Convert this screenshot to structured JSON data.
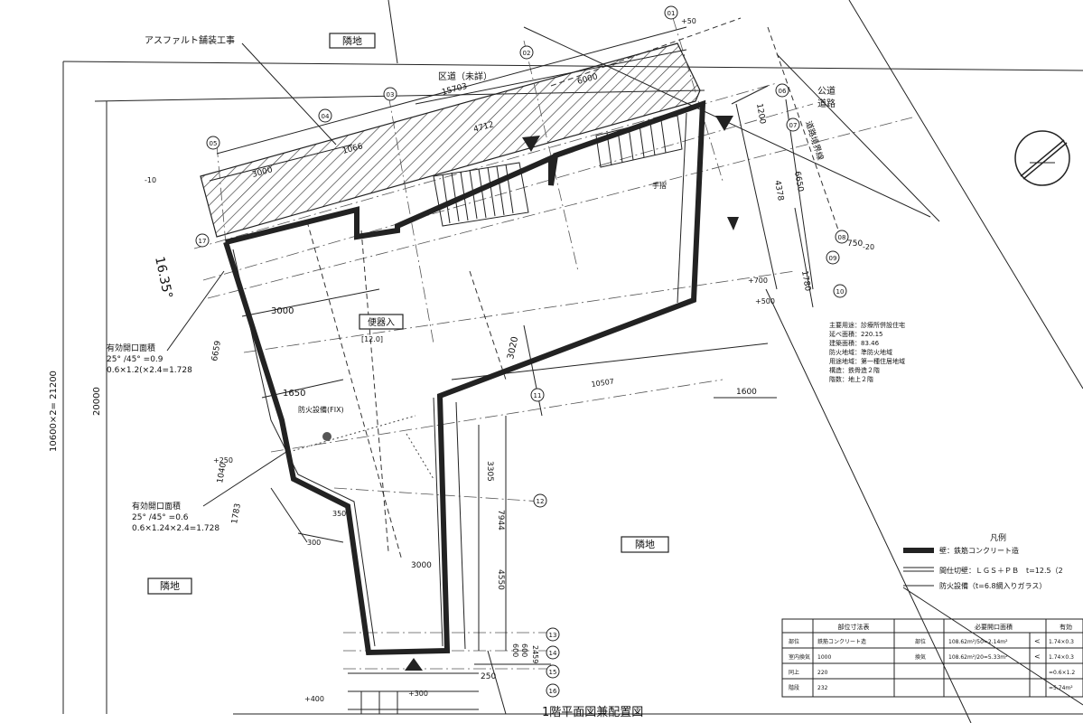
{
  "labels": {
    "asphalt": "アスファルト舗装工事",
    "neighbor_top": "隣地",
    "road": "区道（未詳）",
    "neighbor_right": "隣地",
    "neighbor_left": "隣地",
    "road_right_a": "公道",
    "road_right_b": "道路",
    "boundary_right": "道路境界線",
    "wc": "便器入",
    "wc_sub": "[12.0]",
    "opening_1_title": "有効開口面積",
    "opening_1_l1": "25° /45° =0.9",
    "opening_1_l2": "0.6×1.2(×2.4=1.728",
    "opening_2_title": "有効開口面積",
    "opening_2_l1": "25° /45° =0.6",
    "opening_2_l2": "0.6×1.24×2.4=1.728",
    "fire_note": "防火設備(FIX)",
    "handrail": "手摺",
    "angle": "16.35°",
    "title": "1階平面図兼配置図",
    "side_dim": "10600×2= 21200",
    "side_dim_2": "20000"
  },
  "dimensions": [
    "15703",
    "6000",
    "4712",
    "3000",
    "1066",
    "3000",
    "1650",
    "3020",
    "10507",
    "3305",
    "7944",
    "4550",
    "3000",
    "600",
    "600",
    "2459",
    "6659",
    "1200",
    "4378",
    "6650",
    "1780",
    "1600",
    "1040",
    "1783",
    "350",
    "300",
    "250",
    "750"
  ],
  "grid_marks": [
    "01",
    "02",
    "03",
    "04",
    "05",
    "06",
    "07",
    "08",
    "09",
    "10",
    "11",
    "12",
    "13",
    "14",
    "15",
    "16",
    "17"
  ],
  "spot_levels": [
    "-10",
    "+50",
    "-20",
    "+250",
    "+300",
    "+400",
    "+500",
    "+700"
  ],
  "info_block": [
    "主要用途：診療所併設住宅",
    "延べ面積：220.15",
    "建築面積：83.46",
    "防火地域：準防火地域",
    "用途地域：第一種住居地域",
    "構造：鉄骨造２階",
    "階数：地上２階"
  ],
  "legend": {
    "title": "凡例",
    "items": [
      {
        "text": "壁：鉄筋コンクリート造"
      },
      {
        "text": "間仕切壁：ＬＧＳ＋ＰＢ　t=12.5（2"
      },
      {
        "text": "防火設備（t=6.8網入りガラス）"
      }
    ]
  },
  "table": {
    "headers": [
      "部位寸法表",
      "",
      "必要開口面積",
      "",
      "有効"
    ],
    "rows": [
      [
        "部位",
        "鉄筋コンクリート造",
        "部位",
        "108.62m²/50=2.14m²",
        "<",
        "1.74×0.3"
      ],
      [
        "室内換気",
        "1000",
        "換気",
        "108.62m²/20=5.33m²",
        "<",
        "1.74×0.3"
      ],
      [
        "同上",
        "220",
        "",
        "",
        "",
        "=0.6×1.2"
      ],
      [
        "階段",
        "232",
        "",
        "",
        "",
        "=5.74m²"
      ]
    ]
  }
}
